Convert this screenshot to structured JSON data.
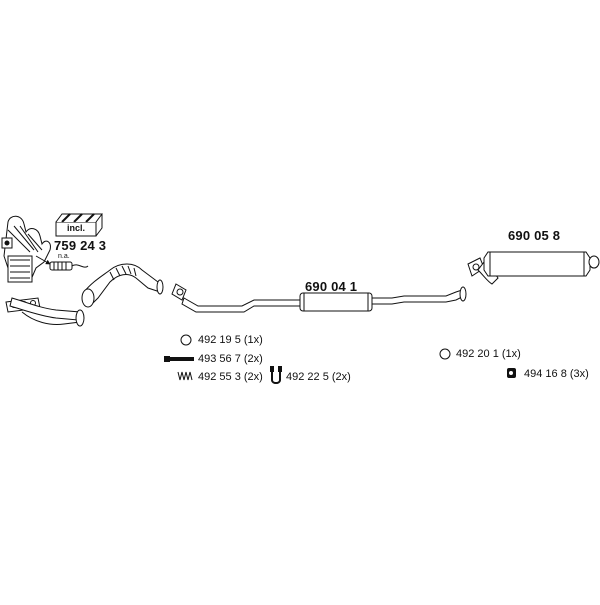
{
  "diagram": {
    "manifold_part": "759 24 3",
    "manifold_note": "n.a.",
    "manifold_box_label": "incl.",
    "middle_part": "690 04 1",
    "rear_part": "690 05 8",
    "fitting_1": "492 19 5 (1x)",
    "fitting_2": "493 56 7 (2x)",
    "fitting_3": "492 55 3 (2x)",
    "fitting_4": "492 22 5 (2x)",
    "fitting_5": "492 20 1 (1x)",
    "fitting_6": "494 16 8 (3x)"
  }
}
